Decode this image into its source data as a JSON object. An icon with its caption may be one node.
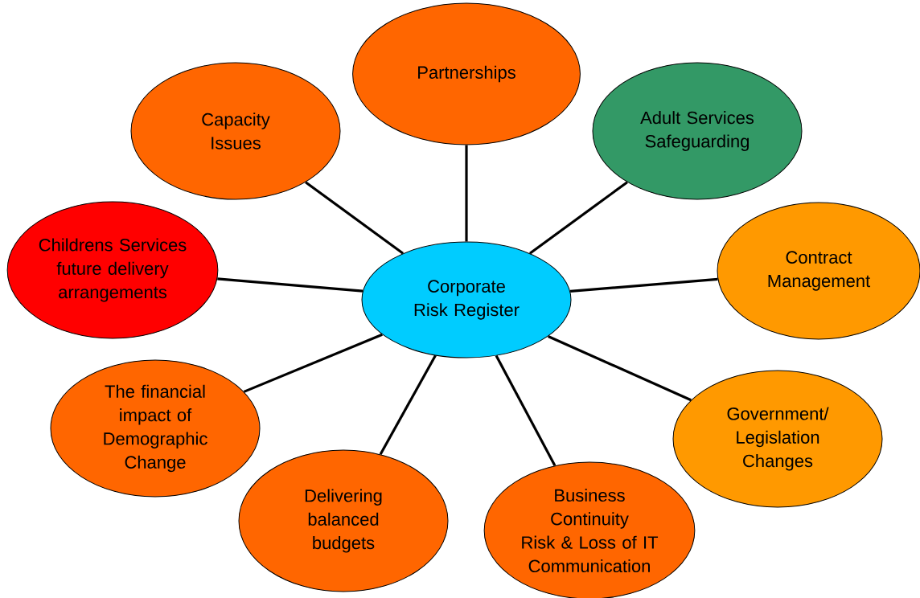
{
  "diagram": {
    "nodes": [
      {
        "text": [
          "Partnerships"
        ]
      },
      {
        "text": [
          "Capacity Issues"
        ]
      },
      {
        "text": [
          "Adult Services Safeguarding"
        ]
      },
      {
        "text": [
          "Childrens Services future delivery arrangements"
        ]
      },
      {
        "text": [
          "Contract Management"
        ]
      },
      {
        "text": [
          "Corporate Risk Register"
        ]
      },
      {
        "text": [
          "The financial impact of Demographic Change"
        ]
      },
      {
        "text": [
          "Government/ Legislation Changes"
        ]
      },
      {
        "text": [
          "Delivering balanced budgets"
        ]
      },
      {
        "text": [
          "Business Continuity Risk & Loss of IT Communication"
        ]
      }
    ],
    "edges": [
      {
        "from": 5,
        "to": 0,
        "arrow": "none"
      },
      {
        "from": 5,
        "to": 1,
        "arrow": "none"
      },
      {
        "from": 5,
        "to": 2,
        "arrow": "none"
      },
      {
        "from": 5,
        "to": 3,
        "arrow": "none"
      },
      {
        "from": 5,
        "to": 4,
        "arrow": "none"
      },
      {
        "from": 5,
        "to": 6,
        "arrow": "none"
      },
      {
        "from": 5,
        "to": 7,
        "arrow": "none"
      },
      {
        "from": 5,
        "to": 8,
        "arrow": "none"
      },
      {
        "from": 5,
        "to": 9,
        "arrow": "none"
      }
    ]
  }
}
